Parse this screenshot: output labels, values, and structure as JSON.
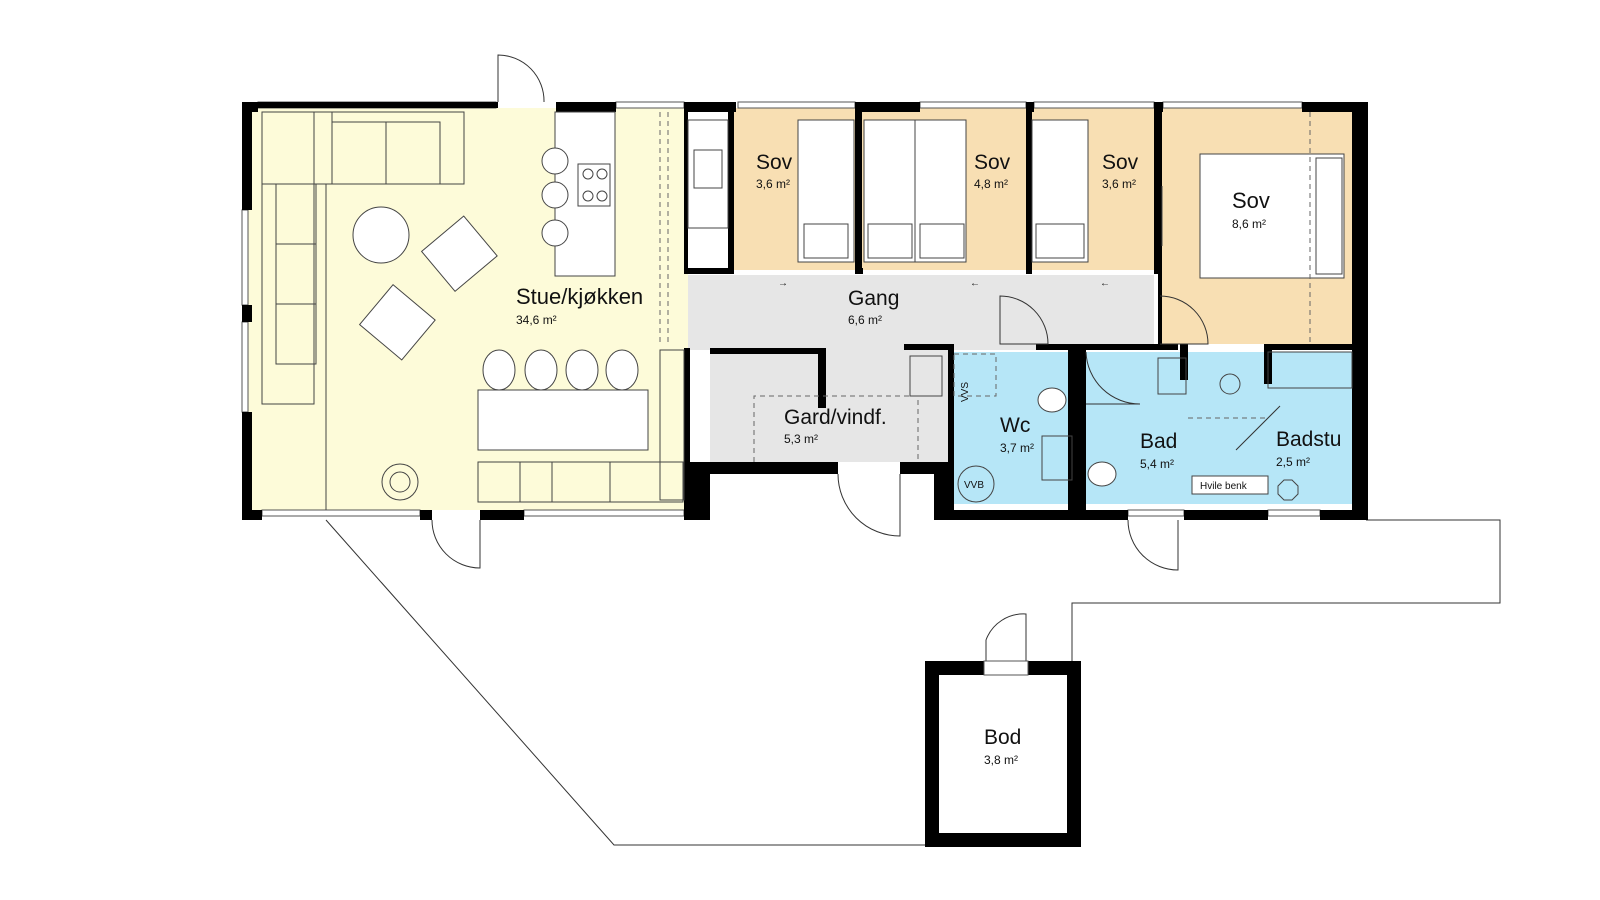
{
  "colors": {
    "living": "#fdfbd9",
    "bedroom": "#f8dfb3",
    "hall": "#e6e6e6",
    "wet": "#b6e6f7",
    "wall": "#000000"
  },
  "rooms": {
    "stue": {
      "name": "Stue/kjøkken",
      "area": "34,6 m²"
    },
    "sov1": {
      "name": "Sov",
      "area": "3,6 m²"
    },
    "sov2": {
      "name": "Sov",
      "area": "4,8 m²"
    },
    "sov3": {
      "name": "Sov",
      "area": "3,6 m²"
    },
    "sov4": {
      "name": "Sov",
      "area": "8,6 m²"
    },
    "gang": {
      "name": "Gang",
      "area": "6,6 m²"
    },
    "gard": {
      "name": "Gard/vindf.",
      "area": "5,3 m²"
    },
    "wc": {
      "name": "Wc",
      "area": "3,7 m²"
    },
    "bad": {
      "name": "Bad",
      "area": "5,4 m²"
    },
    "badstu": {
      "name": "Badstu",
      "area": "2,5 m²"
    },
    "bod": {
      "name": "Bod",
      "area": "3,8 m²"
    }
  },
  "fixtures": {
    "vvs": "VVS",
    "vvb": "VVB",
    "bench": "Hvile benk"
  }
}
